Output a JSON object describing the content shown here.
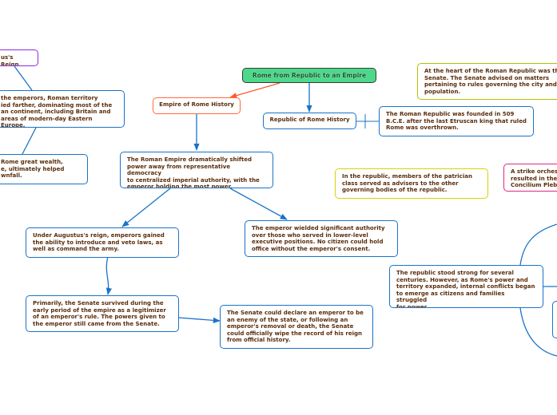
{
  "diagram": {
    "title": "Rome from Republic to an Empire",
    "nodes": [
      {
        "id": "central",
        "text": "Rome from Republic to an Empire"
      },
      {
        "id": "empire_history",
        "text": "Empire of Rome History"
      },
      {
        "id": "republic_history",
        "text": "Republic of Rome History"
      },
      {
        "id": "augustus_reign",
        "text": "us's Reign"
      },
      {
        "id": "territory",
        "text": "the emperors, Roman territory\nied farther, dominating most of the\nan continent, including Britain and\nareas of modern-day Eastern Europe."
      },
      {
        "id": "wealth",
        "text": "Rome great wealth,\ne, ultimately helped\nwnfall."
      },
      {
        "id": "empire_shift",
        "text": "The Roman Empire dramatically shifted\npower away from representative democracy\nto centralized imperial authority, with the\nemperor holding the most power."
      },
      {
        "id": "augustus_laws",
        "text": "Under Augustus's reign, emperors gained\nthe ability to introduce and veto laws, as\nwell as command the army."
      },
      {
        "id": "emperor_authority",
        "text": "The emperor wielded significant authority\nover those who served in lower-level\nexecutive positions. No citizen could hold\noffice without the emperor's consent."
      },
      {
        "id": "senate_survived",
        "text": "Primarily, the Senate survived during the\nearly period of the empire as a legitimizer\nof an emperor's rule. The powers given to\nthe emperor still came from the Senate."
      },
      {
        "id": "senate_enemy",
        "text": "The Senate could declare an emperor to be\nan enemy of the state, or following an\nemperor's removal or death, the Senate\ncould officially wipe the record of his reign\nfrom official history."
      },
      {
        "id": "heart_republic",
        "text": "At the heart of the Roman Republic was th\nSenate. The Senate advised on matters\npertaining to rules governing the city and\npopulation."
      },
      {
        "id": "founded",
        "text": "The Roman Republic was founded in 509\nB.C.E. after the last Etruscan king that ruled\nRome was overthrown."
      },
      {
        "id": "patrician",
        "text": "In the republic, members of the patrician\nclass served as advisers to the other\ngoverning bodies of the republic."
      },
      {
        "id": "strike",
        "text": "A strike orches\nresulted in the\nConcilium Plebi"
      },
      {
        "id": "stood_strong",
        "text": "The republic stood strong for several\ncenturies. However, as Rome's power and\nterritory expanded, internal conflicts began\nto emerge as citizens and families struggled\nfor power."
      },
      {
        "id": "partial_box",
        "text": ""
      }
    ]
  },
  "colors": {
    "central_fill": "#4cd98a",
    "edge_blue": "#1a73c8",
    "edge_orange": "#ff5a2d",
    "text_brown": "#5a2d0c"
  }
}
